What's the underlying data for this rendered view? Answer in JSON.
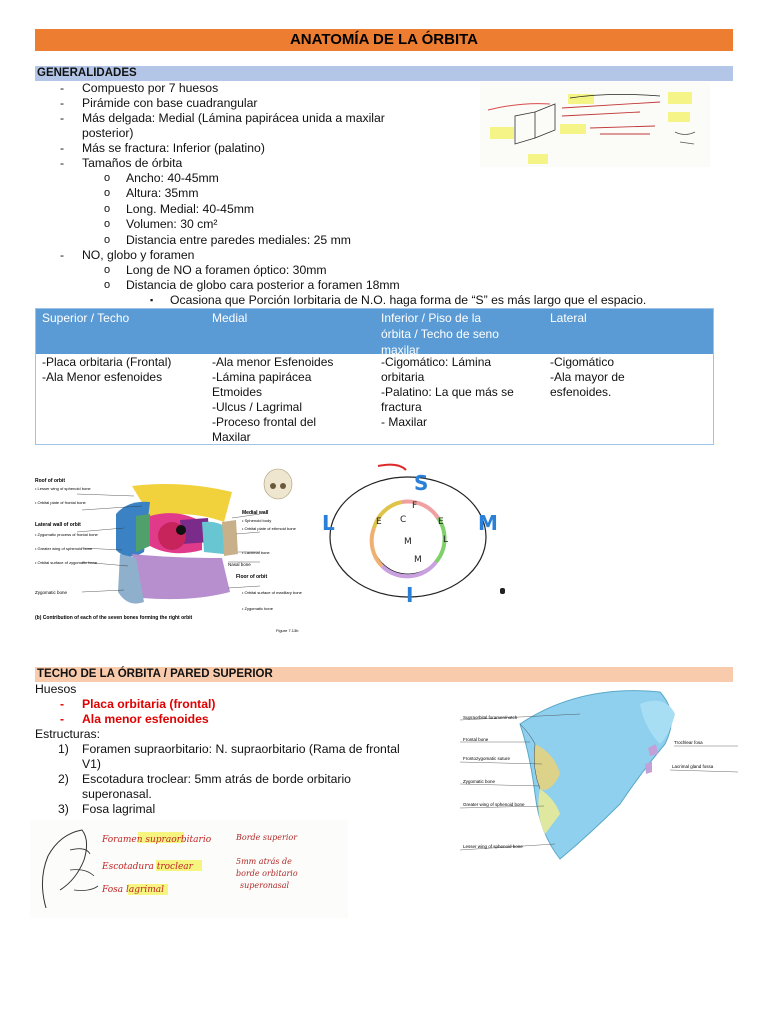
{
  "title": "ANATOMÍA DE LA ÓRBITA",
  "generalidades": {
    "header": "GENERALIDADES",
    "items": [
      "Compuesto por 7 huesos",
      "Pirámide con base cuadrangular",
      "Más delgada: Medial (Lámina papirácea unida a maxilar",
      "posterior)",
      "Más se fractura: Inferior (palatino)",
      "Tamaños de órbita"
    ],
    "sizes": [
      "Ancho: 40-45mm",
      "Altura: 35mm",
      "Long. Medial: 40-45mm",
      "Volumen: 30 cm²",
      "Distancia entre paredes mediales: 25 mm"
    ],
    "nervio": "NO,  globo y foramen",
    "nervio_sub": [
      "Long de NO a foramen óptico: 30mm",
      "Distancia de globo cara posterior a foramen 18mm"
    ],
    "nervio_subsub": "Ocasiona que Porción Iorbitaria de N.O. haga forma de “S” es más largo que el espacio.",
    "dash": "-",
    "bullet_o": "o",
    "bullet_sq": "▪"
  },
  "table": {
    "headers": [
      [
        "Superior / Techo"
      ],
      [
        "Medial"
      ],
      [
        "Inferior / Piso de la",
        "órbita / Techo de seno",
        "maxilar"
      ],
      [
        "Lateral"
      ]
    ],
    "cells": [
      [
        "-Placa orbitaria (Frontal)",
        "-Ala Menor esfenoides"
      ],
      [
        "-Ala menor Esfenoides",
        "-Lámina papirácea",
        "Etmoides",
        "-Ulcus / Lagrimal",
        "-Proceso frontal del",
        "Maxilar"
      ],
      [
        "-Cigomático: Lámina",
        "orbitaria",
        "-Palatino: La que más se",
        "fractura",
        "- Maxilar"
      ],
      [
        "-Cigomático",
        "-Ala mayor de",
        "esfenoides."
      ]
    ]
  },
  "figure_orbit": {
    "labels_left": [
      "Roof of orbit",
      "• Lesser wing of sphenoid bone",
      "• Orbital plate of frontal bone",
      "Lateral wall of orbit",
      "• Zygomatic process of frontal bone",
      "• Greater wing of sphenoid bone",
      "• Orbital surface of zygomatic bone",
      "Zygomatic bone"
    ],
    "labels_right": [
      "Medial wall",
      "• Sphenoid body",
      "• Orbital plate of ethmoid bone",
      "• Lacrimal bone",
      "Nasal bone",
      "Floor of orbit",
      "• Orbital surface of maxillary bone",
      "• Zygomatic bone"
    ],
    "caption": "(b) Contribution of each of the seven bones forming the right orbit",
    "figure_no": "Figure 7.13b"
  },
  "diagram_letters": {
    "top": "S",
    "left": "L",
    "right": "M",
    "bottom": "I",
    "inner": [
      "E",
      "F",
      "E",
      "M",
      "C",
      "M",
      "L"
    ]
  },
  "techo": {
    "header": "TECHO DE LA ÓRBITA / PARED SUPERIOR",
    "huesos_label": "Huesos",
    "huesos": [
      "Placa orbitaria (frontal)",
      "Ala menor esfenoides"
    ],
    "estructuras_label": "Estructuras:",
    "estructuras": [
      {
        "n": "1)",
        "lines": [
          "Foramen supraorbitario: N. supraorbitario (Rama de frontal",
          "V1)"
        ]
      },
      {
        "n": "2)",
        "lines": [
          "Escotadura troclear: 5mm atrás de borde orbitario",
          "superonasal."
        ]
      },
      {
        "n": "3)",
        "lines": [
          "Fosa lagrimal"
        ]
      }
    ]
  },
  "figure_roof": {
    "labels_left": [
      "Supraorbital foramen/notch",
      "Frontal bone",
      "Frontozygomatic suture",
      "Zygomatic bone",
      "Greater wing of sphenoid bone",
      "Lesser wing of sphenoid bone"
    ],
    "labels_right": [
      "Trochlear fosa",
      "Lacrimal gland fossa"
    ]
  },
  "handwritten_notes": {
    "lines": [
      "Foramen supraorbitario",
      "Escotadura troclear",
      "Fosa lagrimal"
    ],
    "side": [
      "Borde superior",
      "5mm atrás de",
      "borde orbitario",
      "superonasal"
    ]
  },
  "colors": {
    "title_bg": "#ed7d31",
    "gen_bg": "#b4c6e7",
    "techo_bg": "#f8cbad",
    "table_head": "#5b9bd5",
    "red_text": "#e00000"
  }
}
